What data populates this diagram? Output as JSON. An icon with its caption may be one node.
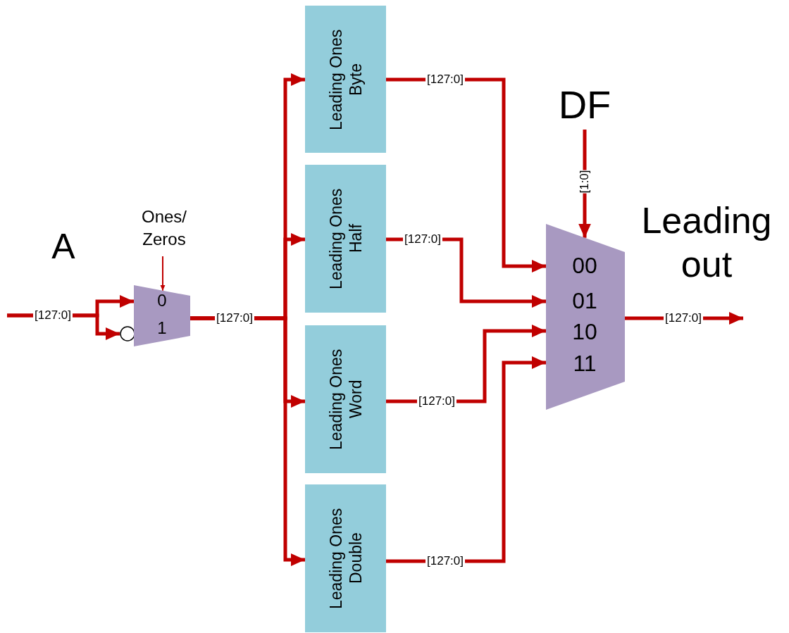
{
  "diagram": {
    "nodes": [
      {
        "text": [
          "Ones/ Zeros"
        ]
      },
      {
        "text": [],
        "shape": "circle"
      },
      {
        "text": [
          "0",
          "1"
        ]
      },
      {
        "text": [
          "Leading Ones Byte"
        ]
      },
      {
        "text": [
          "Leading Ones Half"
        ]
      },
      {
        "text": [
          "Leading Ones Word"
        ]
      },
      {
        "text": [
          "Leading Ones Double"
        ]
      },
      {
        "text": [
          "DF"
        ]
      },
      {
        "text": [
          "00",
          "01",
          "10",
          "11"
        ]
      }
    ],
    "edges": [
      {
        "from": null,
        "to": 2,
        "arrow": "to",
        "label": "[127:0]"
      },
      {
        "from": null,
        "to": 1,
        "arrow": "to"
      },
      {
        "from": 0,
        "to": 2,
        "arrow": "to"
      },
      {
        "from": 2,
        "to": 3,
        "arrow": "to",
        "label": "[127:0]"
      },
      {
        "from": 2,
        "to": 4,
        "arrow": "to"
      },
      {
        "from": 2,
        "to": 5,
        "arrow": "to"
      },
      {
        "from": 2,
        "to": 6,
        "arrow": "to"
      },
      {
        "from": 3,
        "to": 8,
        "arrow": "to",
        "label": "[127:0]"
      },
      {
        "from": 4,
        "to": 8,
        "arrow": "to",
        "label": "[127:0]"
      },
      {
        "from": 5,
        "to": 8,
        "arrow": "to",
        "label": "[127:0]"
      },
      {
        "from": 6,
        "to": 8,
        "arrow": "to",
        "label": "[127:0]"
      },
      {
        "from": 7,
        "to": 8,
        "arrow": "to",
        "label": "[1:0]"
      },
      {
        "from": 8,
        "to": null,
        "arrow": "to",
        "label": "[127:0]"
      }
    ],
    "labels": [
      "A",
      "Leading out"
    ]
  }
}
